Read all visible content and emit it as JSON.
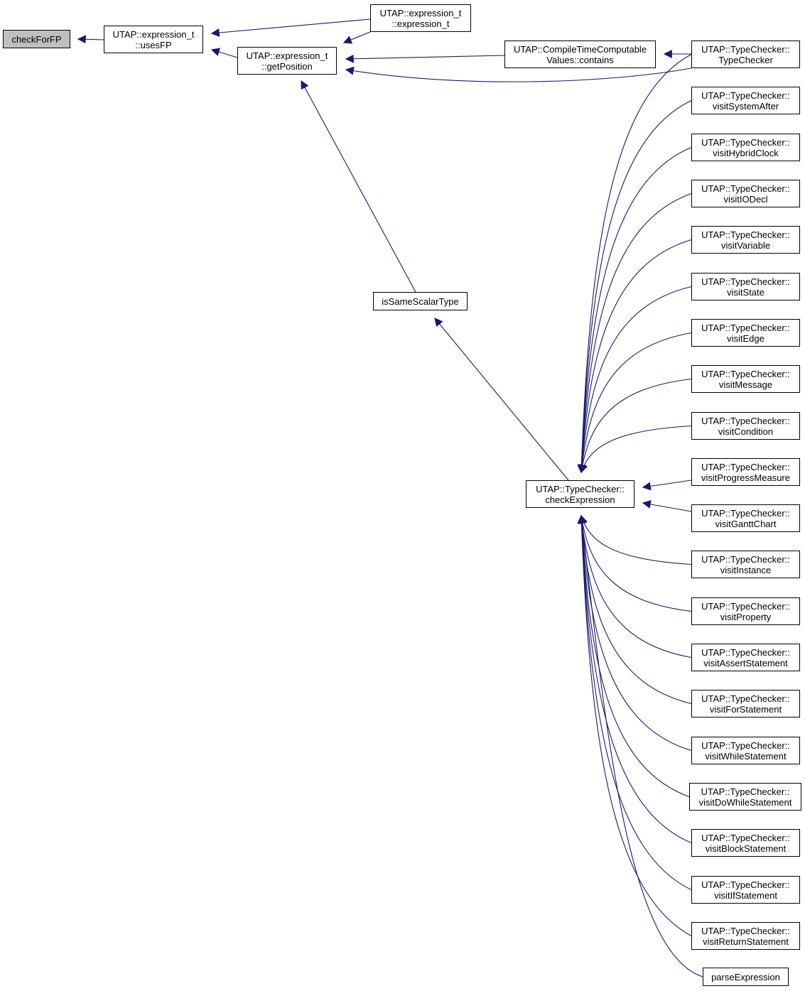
{
  "colors": {
    "edge": "#191970",
    "node_border": "#000000",
    "focus_fill": "#bfbfbf",
    "background": "#ffffff"
  },
  "nodes": [
    {
      "id": "checkForFP",
      "lines": [
        "checkForFP"
      ],
      "focus": true
    },
    {
      "id": "usesFP",
      "lines": [
        "UTAP::expression_t",
        "::usesFP"
      ]
    },
    {
      "id": "expression_t",
      "lines": [
        "UTAP::expression_t",
        "::expression_t"
      ]
    },
    {
      "id": "getPosition",
      "lines": [
        "UTAP::expression_t",
        "::getPosition"
      ]
    },
    {
      "id": "contains",
      "lines": [
        "UTAP::CompileTimeComputable",
        "Values::contains"
      ]
    },
    {
      "id": "TypeChecker",
      "lines": [
        "UTAP::TypeChecker::",
        "TypeChecker"
      ]
    },
    {
      "id": "isSameScalarType",
      "lines": [
        "isSameScalarType"
      ]
    },
    {
      "id": "checkExpression",
      "lines": [
        "UTAP::TypeChecker::",
        "checkExpression"
      ]
    },
    {
      "id": "visitSystemAfter",
      "lines": [
        "UTAP::TypeChecker::",
        "visitSystemAfter"
      ]
    },
    {
      "id": "visitHybridClock",
      "lines": [
        "UTAP::TypeChecker::",
        "visitHybridClock"
      ]
    },
    {
      "id": "visitIODecl",
      "lines": [
        "UTAP::TypeChecker::",
        "visitIODecl"
      ]
    },
    {
      "id": "visitVariable",
      "lines": [
        "UTAP::TypeChecker::",
        "visitVariable"
      ]
    },
    {
      "id": "visitState",
      "lines": [
        "UTAP::TypeChecker::",
        "visitState"
      ]
    },
    {
      "id": "visitEdge",
      "lines": [
        "UTAP::TypeChecker::",
        "visitEdge"
      ]
    },
    {
      "id": "visitMessage",
      "lines": [
        "UTAP::TypeChecker::",
        "visitMessage"
      ]
    },
    {
      "id": "visitCondition",
      "lines": [
        "UTAP::TypeChecker::",
        "visitCondition"
      ]
    },
    {
      "id": "visitProgressMeasure",
      "lines": [
        "UTAP::TypeChecker::",
        "visitProgressMeasure"
      ]
    },
    {
      "id": "visitGanttChart",
      "lines": [
        "UTAP::TypeChecker::",
        "visitGanttChart"
      ]
    },
    {
      "id": "visitInstance",
      "lines": [
        "UTAP::TypeChecker::",
        "visitInstance"
      ]
    },
    {
      "id": "visitProperty",
      "lines": [
        "UTAP::TypeChecker::",
        "visitProperty"
      ]
    },
    {
      "id": "visitAssertStatement",
      "lines": [
        "UTAP::TypeChecker::",
        "visitAssertStatement"
      ]
    },
    {
      "id": "visitForStatement",
      "lines": [
        "UTAP::TypeChecker::",
        "visitForStatement"
      ]
    },
    {
      "id": "visitWhileStatement",
      "lines": [
        "UTAP::TypeChecker::",
        "visitWhileStatement"
      ]
    },
    {
      "id": "visitDoWhileStatement",
      "lines": [
        "UTAP::TypeChecker::",
        "visitDoWhileStatement"
      ]
    },
    {
      "id": "visitBlockStatement",
      "lines": [
        "UTAP::TypeChecker::",
        "visitBlockStatement"
      ]
    },
    {
      "id": "visitIfStatement",
      "lines": [
        "UTAP::TypeChecker::",
        "visitIfStatement"
      ]
    },
    {
      "id": "visitReturnStatement",
      "lines": [
        "UTAP::TypeChecker::",
        "visitReturnStatement"
      ]
    },
    {
      "id": "parseExpression",
      "lines": [
        "parseExpression"
      ]
    }
  ],
  "edges": [
    {
      "from": "usesFP",
      "to": "checkForFP"
    },
    {
      "from": "expression_t",
      "to": "usesFP"
    },
    {
      "from": "getPosition",
      "to": "usesFP"
    },
    {
      "from": "expression_t",
      "to": "getPosition"
    },
    {
      "from": "contains",
      "to": "getPosition"
    },
    {
      "from": "TypeChecker",
      "to": "getPosition"
    },
    {
      "from": "isSameScalarType",
      "to": "getPosition"
    },
    {
      "from": "TypeChecker",
      "to": "contains"
    },
    {
      "from": "checkExpression",
      "to": "isSameScalarType"
    },
    {
      "from": "TypeChecker",
      "to": "checkExpression"
    },
    {
      "from": "visitSystemAfter",
      "to": "checkExpression"
    },
    {
      "from": "visitHybridClock",
      "to": "checkExpression"
    },
    {
      "from": "visitIODecl",
      "to": "checkExpression"
    },
    {
      "from": "visitVariable",
      "to": "checkExpression"
    },
    {
      "from": "visitState",
      "to": "checkExpression"
    },
    {
      "from": "visitEdge",
      "to": "checkExpression"
    },
    {
      "from": "visitMessage",
      "to": "checkExpression"
    },
    {
      "from": "visitCondition",
      "to": "checkExpression"
    },
    {
      "from": "visitProgressMeasure",
      "to": "checkExpression"
    },
    {
      "from": "visitGanttChart",
      "to": "checkExpression"
    },
    {
      "from": "visitInstance",
      "to": "checkExpression"
    },
    {
      "from": "visitProperty",
      "to": "checkExpression"
    },
    {
      "from": "visitAssertStatement",
      "to": "checkExpression"
    },
    {
      "from": "visitForStatement",
      "to": "checkExpression"
    },
    {
      "from": "visitWhileStatement",
      "to": "checkExpression"
    },
    {
      "from": "visitDoWhileStatement",
      "to": "checkExpression"
    },
    {
      "from": "visitBlockStatement",
      "to": "checkExpression"
    },
    {
      "from": "visitIfStatement",
      "to": "checkExpression"
    },
    {
      "from": "visitReturnStatement",
      "to": "checkExpression"
    },
    {
      "from": "parseExpression",
      "to": "checkExpression"
    }
  ]
}
